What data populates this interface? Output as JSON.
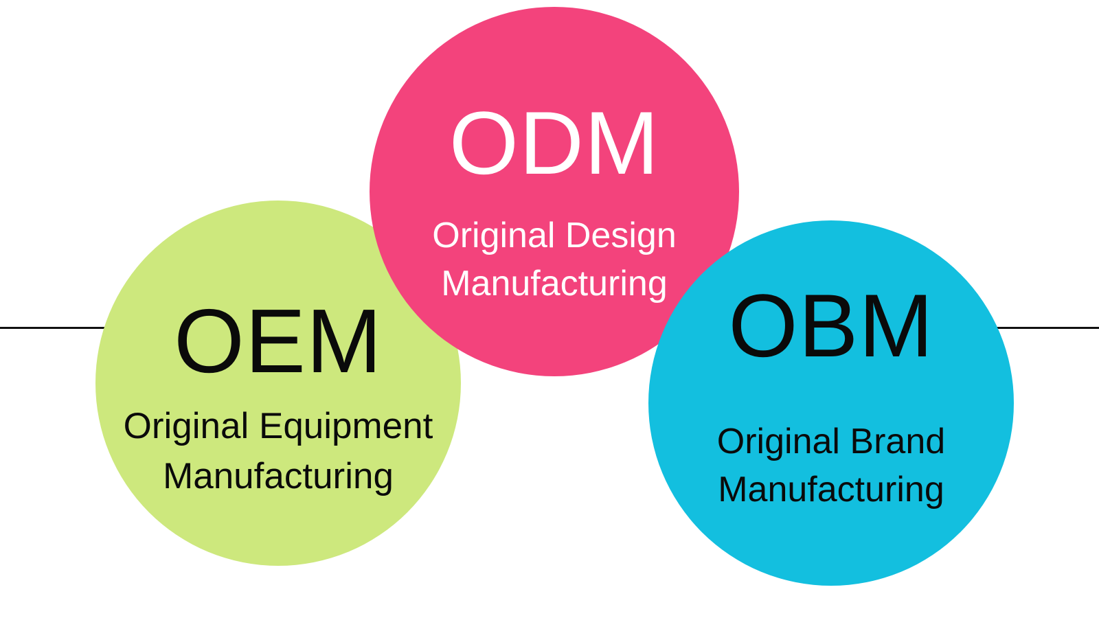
{
  "diagram": {
    "background": "#ffffff",
    "divider_line_color": "#111111",
    "circles": [
      {
        "acronym": "OEM",
        "subtitle_line1": "Original Equipment",
        "subtitle_line2": "Manufacturing",
        "fill": "#cde87d",
        "text_color": "#0a0a0a"
      },
      {
        "acronym": "ODM",
        "subtitle_line1": "Original Design",
        "subtitle_line2": "Manufacturing",
        "fill": "#f3437c",
        "text_color": "#ffffff"
      },
      {
        "acronym": "OBM",
        "subtitle_line1": "Original Brand",
        "subtitle_line2": "Manufacturing",
        "fill": "#13bfdf",
        "text_color": "#0a0a0a"
      }
    ]
  }
}
